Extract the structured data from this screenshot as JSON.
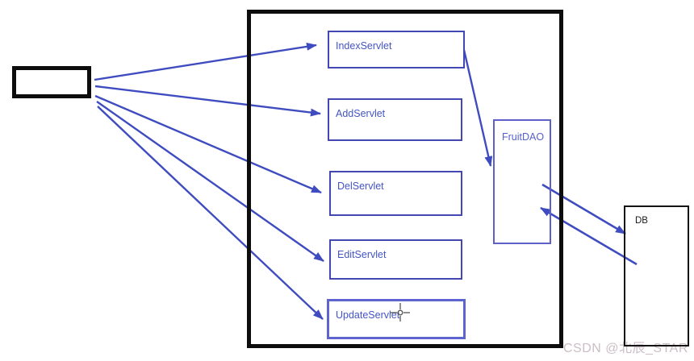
{
  "diagram": {
    "client_box": {
      "label": ""
    },
    "servlets": [
      {
        "label": "IndexServlet"
      },
      {
        "label": "AddServlet"
      },
      {
        "label": "DelServlet"
      },
      {
        "label": "EditServlet"
      },
      {
        "label": "UpdateServlet"
      }
    ],
    "dao": {
      "label": "FruitDAO"
    },
    "db": {
      "label": "DB"
    },
    "edges": [
      {
        "from": "client",
        "to": "IndexServlet"
      },
      {
        "from": "client",
        "to": "AddServlet"
      },
      {
        "from": "client",
        "to": "DelServlet"
      },
      {
        "from": "client",
        "to": "EditServlet"
      },
      {
        "from": "client",
        "to": "UpdateServlet"
      },
      {
        "from": "IndexServlet",
        "to": "FruitDAO"
      },
      {
        "from": "FruitDAO",
        "to": "DB"
      },
      {
        "from": "DB",
        "to": "FruitDAO"
      }
    ],
    "watermark": "CSDN @北辰_STAR",
    "colors": {
      "arrow": "#3f4cc0",
      "servlet_border": "#4347b2",
      "servlet_text": "#4355c5",
      "selected_border": "#5d63cf",
      "dao_border": "#5c60c8",
      "black": "#0d0d0d",
      "watermark_text": "#cbbec6",
      "cursor": "#555555"
    }
  }
}
